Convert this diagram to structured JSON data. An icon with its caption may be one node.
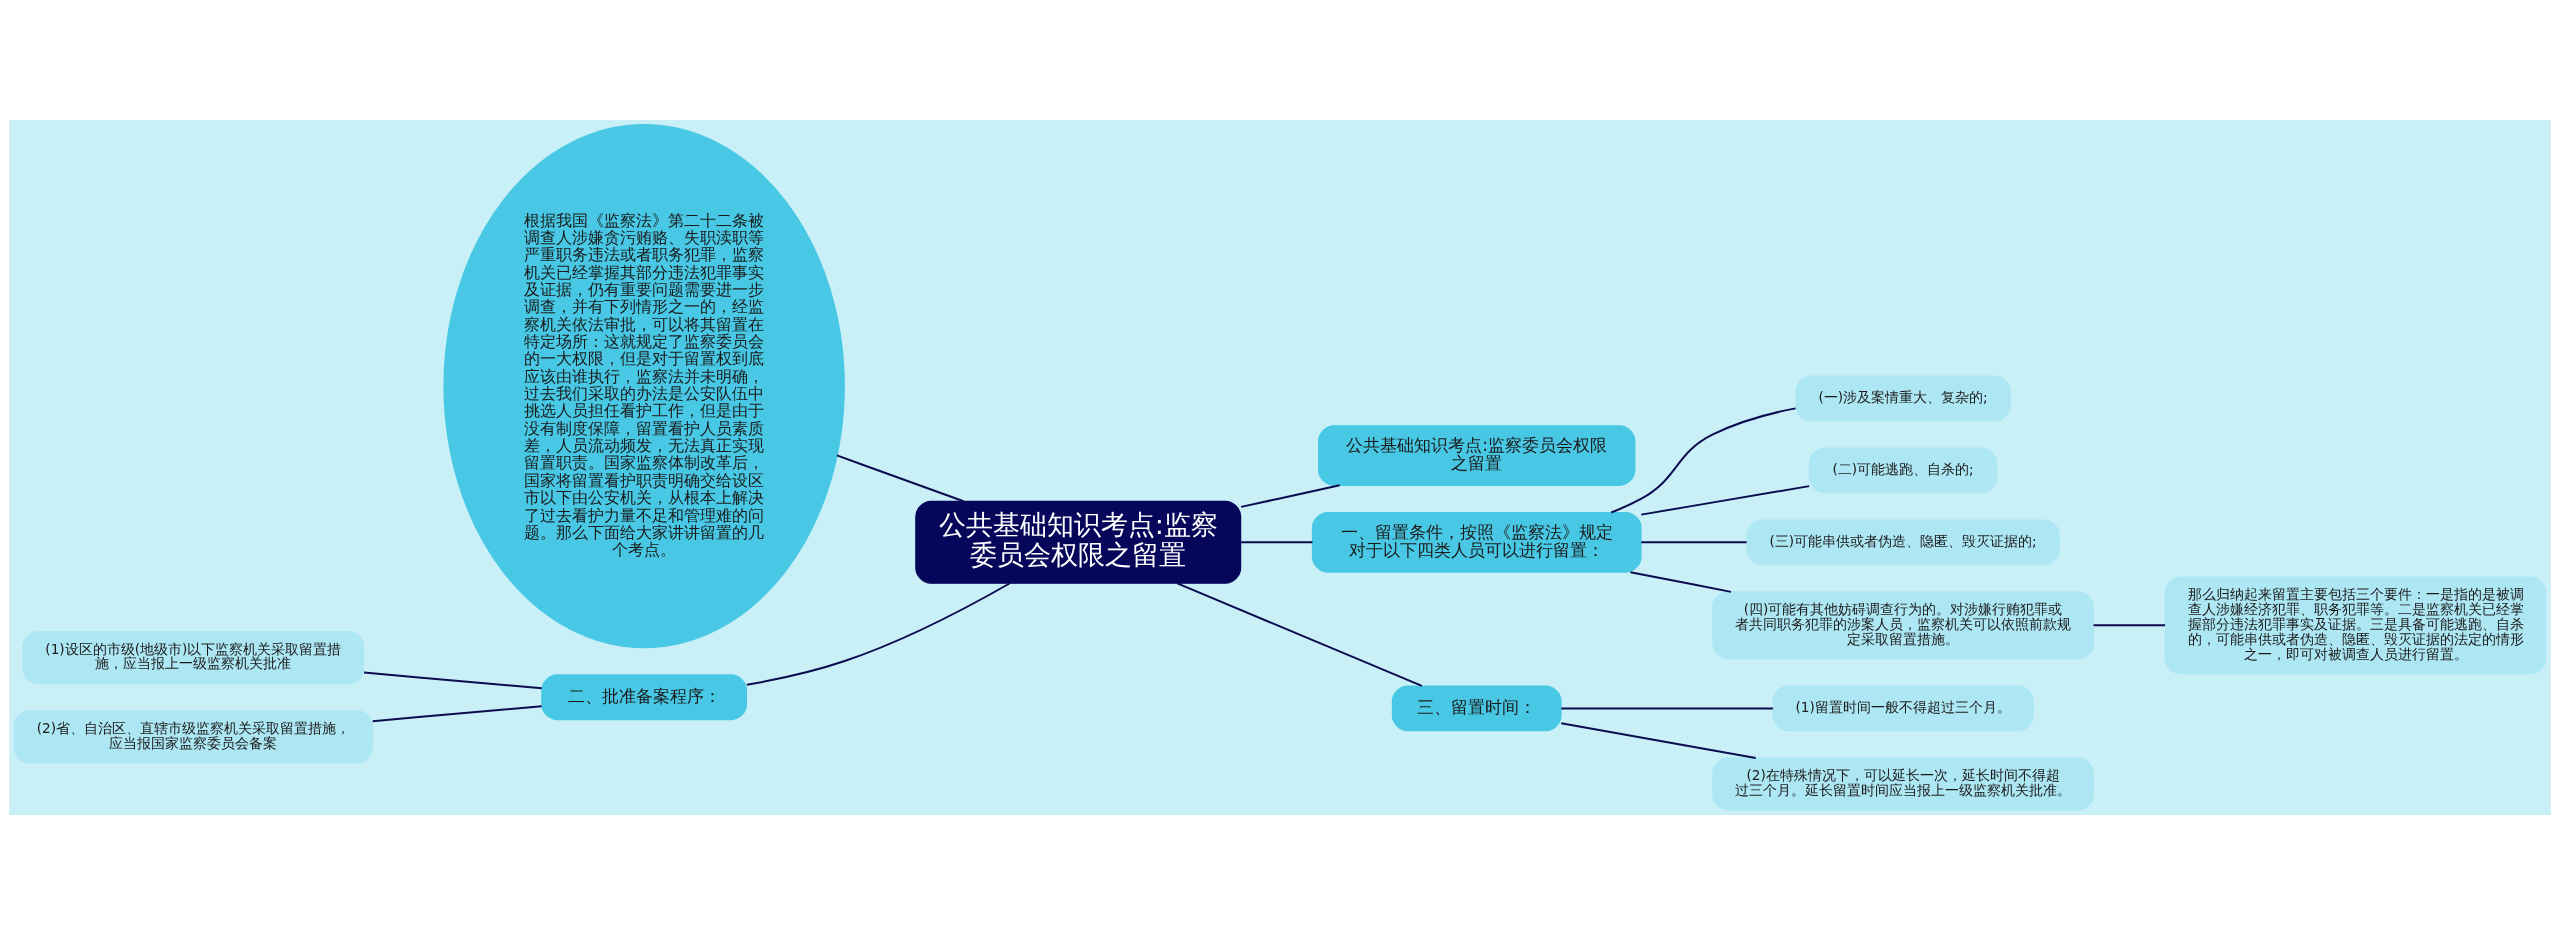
{
  "diagram": {
    "nodes": [
      {
        "text": [
          "公共基础知识考点:监察委员会权限之留置"
        ]
      },
      {
        "text": [
          "根据我国《监察法》第二十二条被调查人涉嫌贪污贿赂、失职渎职等严重职务违法或者职务犯罪，监察机关已经掌握其部分违法犯罪事实及证据，仍有重要问题需要进一步调查，并有下列情形之一的，经监察机关依法审批，可以将其留置在特定场所：这就规定了监察委员会的一大权限，但是对于留置权到底应该由谁执行，监察法并未明确，过去我们采取的办法是公安队伍中挑选人员担任看护工作，但是由于没有制度保障，留置看护人员素质差，人员流动频发，无法真正实现留置职责。国家监察体制改革后，国家将留置看护职责明确交给设区市以下由公安机关，从根本上解决了过去看护力量不足和管理难的问题。那么下面给大家讲讲留置的几个考点。"
        ]
      },
      {
        "text": [
          "公共基础知识考点:监察委员会权限之留置"
        ]
      },
      {
        "text": [
          "一、留置条件，按照《监察法》规定对于以下四类人员可以进行留置："
        ]
      },
      {
        "text": [
          "(一)涉及案情重大、复杂的;"
        ]
      },
      {
        "text": [
          "(二)可能逃跑、自杀的;"
        ]
      },
      {
        "text": [
          "(三)可能串供或者伪造、隐匿、毁灭证据的;"
        ]
      },
      {
        "text": [
          "(四)可能有其他妨碍调查行为的。对涉嫌行贿犯罪或者共同职务犯罪的涉案人员，监察机关可以依照前款规定采取留置措施。"
        ]
      },
      {
        "text": [
          "那么归纳起来留置主要包括三个要件：一是指的是被调查人涉嫌经济犯罪、职务犯罪等。二是监察机关已经掌握部分违法犯罪事实及证据。三是具备可能逃跑、自杀的，可能串供或者伪造、隐匿、毁灭证据的法定的情形之一，即可对被调查人员进行留置。"
        ]
      },
      {
        "text": [
          "二、批准备案程序："
        ]
      },
      {
        "text": [
          "(1)设区的市级(地级市)以下监察机关采取留置措施，应当报上一级监察机关批准"
        ]
      },
      {
        "text": [
          "(2)省、自治区、直辖市级监察机关采取留置措施，应当报国家监察委员会备案"
        ]
      },
      {
        "text": [
          "三、留置时间："
        ]
      },
      {
        "text": [
          "(1)留置时间一般不得超过三个月。"
        ]
      },
      {
        "text": [
          "(2)在特殊情况下，可以延长一次，延长时间不得超过三个月。延长留置时间应当报上一级监察机关批准。"
        ]
      }
    ],
    "edges": [
      {
        "from": 1,
        "to": 0,
        "arrow": "none"
      },
      {
        "from": 0,
        "to": 2,
        "arrow": "none"
      },
      {
        "from": 0,
        "to": 3,
        "arrow": "none"
      },
      {
        "from": 3,
        "to": 4,
        "arrow": "none"
      },
      {
        "from": 3,
        "to": 5,
        "arrow": "none"
      },
      {
        "from": 3,
        "to": 6,
        "arrow": "none"
      },
      {
        "from": 3,
        "to": 7,
        "arrow": "none"
      },
      {
        "from": 7,
        "to": 8,
        "arrow": "none"
      },
      {
        "from": 9,
        "to": 0,
        "arrow": "none"
      },
      {
        "from": 10,
        "to": 9,
        "arrow": "none"
      },
      {
        "from": 11,
        "to": 9,
        "arrow": "none"
      },
      {
        "from": 0,
        "to": 12,
        "arrow": "none"
      },
      {
        "from": 12,
        "to": 13,
        "arrow": "none"
      },
      {
        "from": 12,
        "to": 14,
        "arrow": "none"
      }
    ]
  }
}
